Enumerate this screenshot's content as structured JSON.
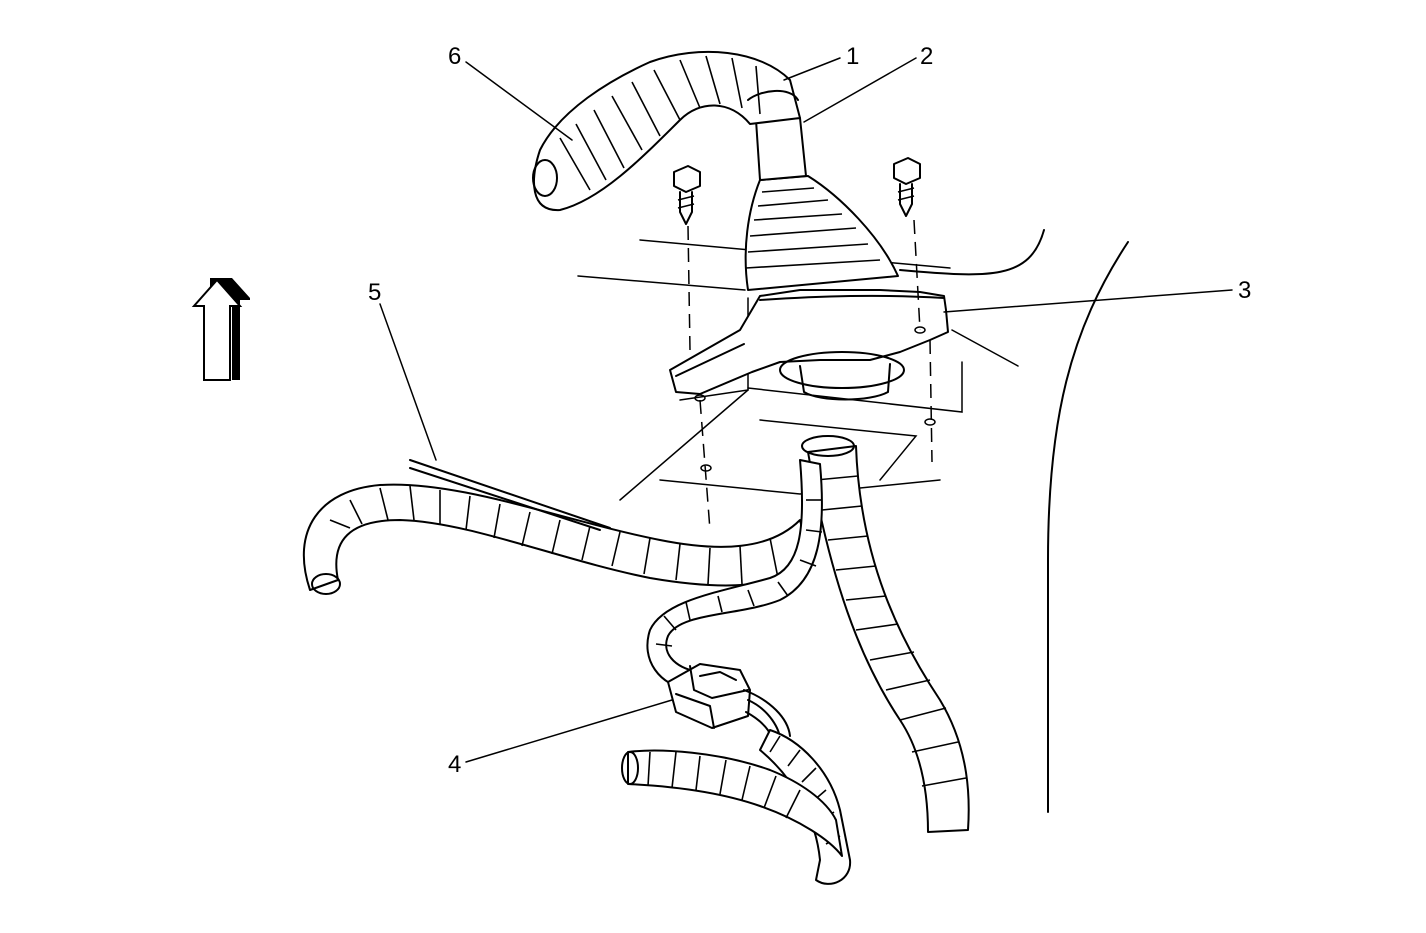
{
  "figure": {
    "callouts": [
      {
        "id": "1",
        "label": "1"
      },
      {
        "id": "2",
        "label": "2"
      },
      {
        "id": "3",
        "label": "3"
      },
      {
        "id": "4",
        "label": "4"
      },
      {
        "id": "5",
        "label": "5"
      },
      {
        "id": "6",
        "label": "6"
      }
    ],
    "orientation_icon": "up-arrow-icon"
  },
  "colors": {
    "line": "#000000",
    "background": "#ffffff"
  }
}
